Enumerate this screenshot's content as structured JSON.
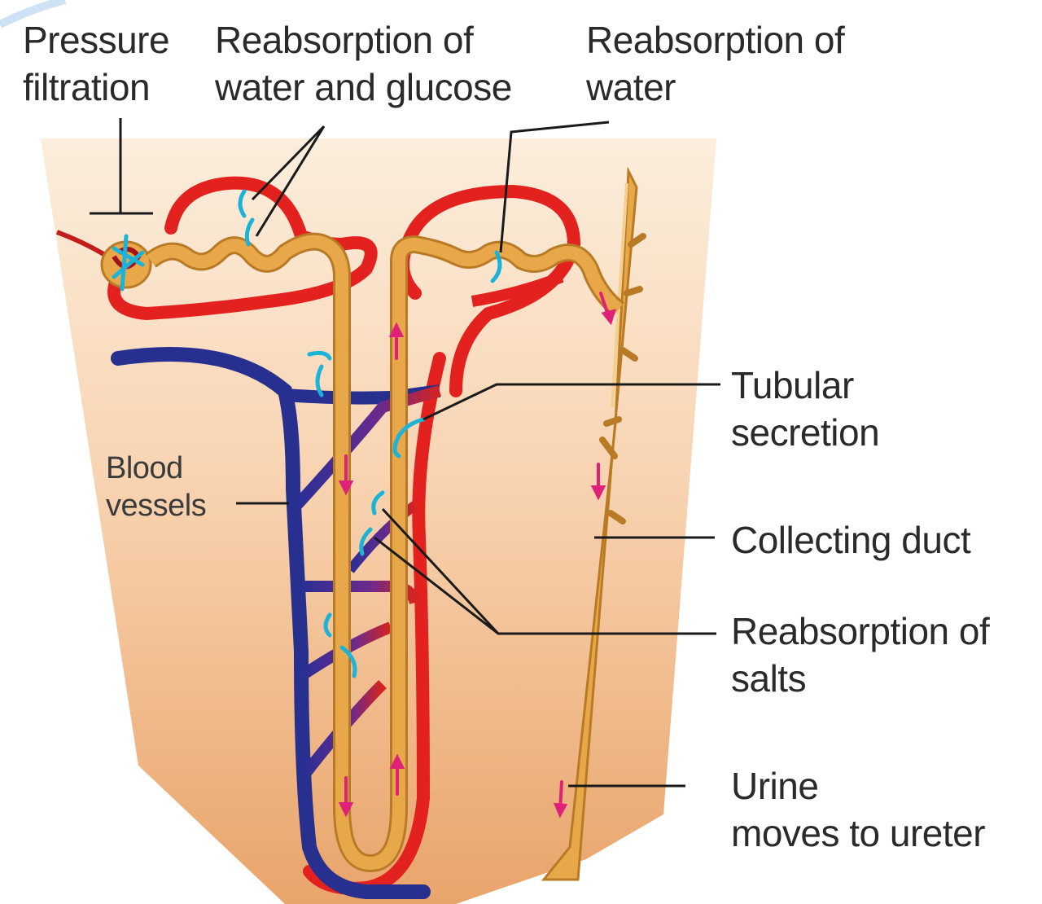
{
  "labels": {
    "pressure_filtration": [
      "Pressure",
      "filtration"
    ],
    "reabsorption_water_glucose": [
      "Reabsorption of",
      "water and glucose"
    ],
    "reabsorption_water": [
      "Reabsorption of",
      "water"
    ],
    "tubular_secretion": [
      "Tubular",
      "secretion"
    ],
    "blood_vessels": [
      "Blood",
      "vessels"
    ],
    "collecting_duct": [
      "Collecting duct"
    ],
    "reabsorption_salts": [
      "Reabsorption of",
      "salts"
    ],
    "urine": [
      "Urine",
      "moves to ureter"
    ]
  },
  "colors": {
    "tubule": "#e8a84a",
    "tubule_outline": "#b97a26",
    "artery": "#e3221f",
    "vein": "#27308f",
    "mixed_vessel": "#6a2a8a",
    "flow_arrow": "#1cb3d8",
    "urine_arrow": "#e0217a",
    "background_top": "#fbecd9",
    "background_bottom": "#e9a66e",
    "leader_line": "#1a1a1a"
  }
}
